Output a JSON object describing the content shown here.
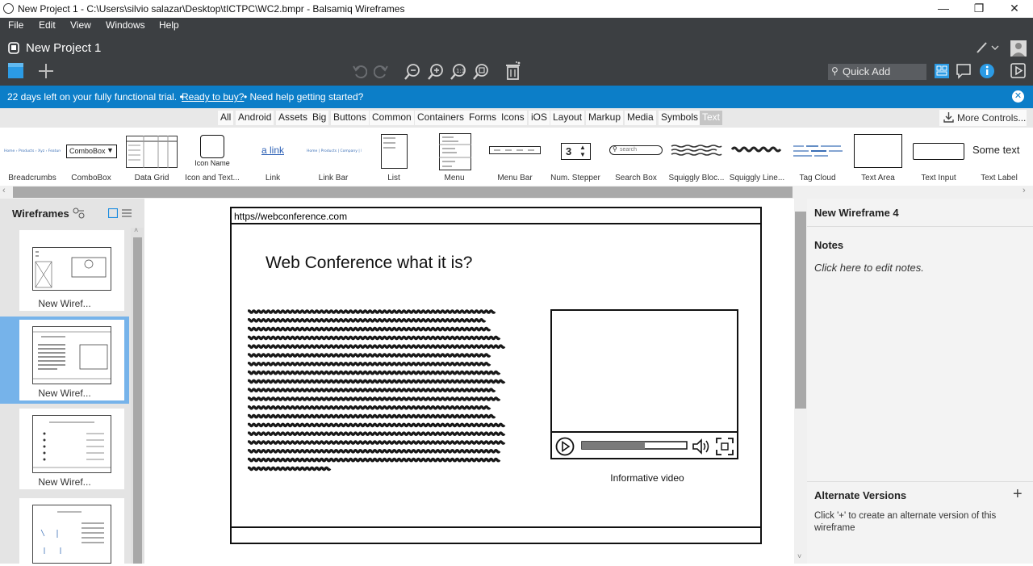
{
  "window": {
    "title": "New Project 1 - C:\\Users\\silvio salazar\\Desktop\\tICTPC\\WC2.bmpr - Balsamiq Wireframes",
    "minimize": "—",
    "restore": "❐",
    "close": "✕"
  },
  "menu": [
    "File",
    "Edit",
    "View",
    "Windows",
    "Help"
  ],
  "project": {
    "name": "New Project 1",
    "quick_add_label": "Quick Add"
  },
  "trial": {
    "days_text": "22 days left on your fully functional trial.  •",
    "buy_link": "Ready to buy?",
    "help_text": "•  Need help getting started?"
  },
  "library": {
    "tabs": [
      "All",
      "Android",
      "Assets",
      "Big",
      "Buttons",
      "Common",
      "Containers",
      "Forms",
      "Icons",
      "iOS",
      "Layout",
      "Markup",
      "Media",
      "Symbols",
      "Text"
    ],
    "active_tab": "Text",
    "more_controls": "More Controls...",
    "components": [
      "Breadcrumbs",
      "ComboBox",
      "Data Grid",
      "Icon and Text...",
      "Link",
      "Link Bar",
      "List",
      "Menu",
      "Menu Bar",
      "Num. Stepper",
      "Search Box",
      "Squiggly Bloc...",
      "Squiggly Line...",
      "Tag Cloud",
      "Text Area",
      "Text Input",
      "Text Label"
    ],
    "previews": {
      "combobox": "ComboBox",
      "icon_name": "Icon Name",
      "link": "a link",
      "stepper": "3",
      "search": "search",
      "some_text": "Some text"
    }
  },
  "wireframes_panel": {
    "title": "Wireframes",
    "items": [
      {
        "label": "New Wiref..."
      },
      {
        "label": "New Wiref..."
      },
      {
        "label": "New Wiref..."
      },
      {
        "label": ""
      }
    ],
    "selected_index": 1
  },
  "wireframe": {
    "url": "https//webconference.com",
    "heading": "Web Conference what it is?",
    "video_caption": "Informative video",
    "video_progress": 0.6
  },
  "properties": {
    "wireframe_name": "New Wireframe 4",
    "notes_title": "Notes",
    "notes_hint": "Click here to edit notes.",
    "alternate_title": "Alternate Versions",
    "alternate_hint": "Click '+' to create an alternate version of this wireframe"
  },
  "colors": {
    "dark_bar": "#3c3f42",
    "trial_blue": "#0c7ec8",
    "selected_thumb": "#76b3ea"
  }
}
